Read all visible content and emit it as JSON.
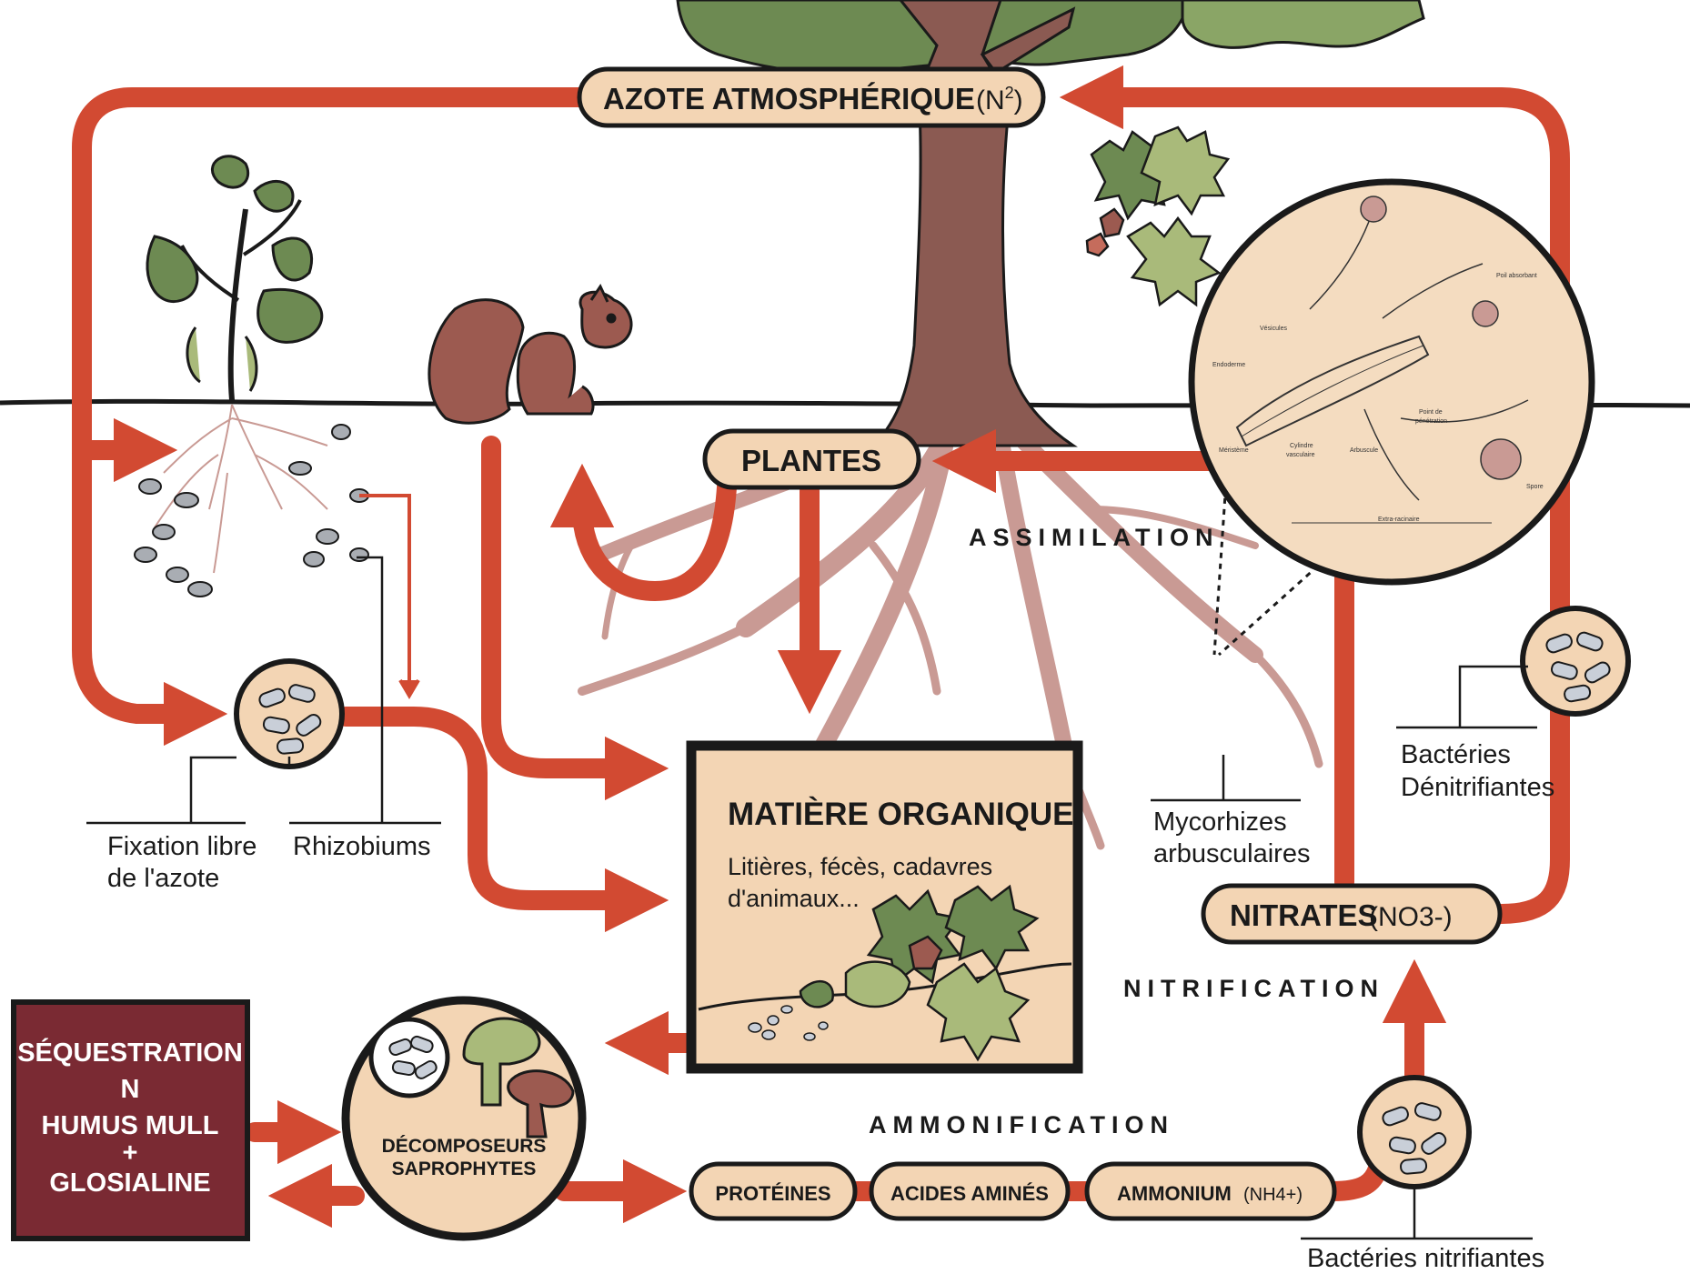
{
  "nodes": {
    "atmospheric_nitrogen": {
      "label": "AZOTE ATMOSPHÉRIQUE",
      "formula_prefix": "(N",
      "formula_sup": "2",
      "formula_suffix": ")"
    },
    "plants": {
      "label": "PLANTES"
    },
    "organic_matter": {
      "title": "MATIÈRE ORGANIQUE",
      "desc_line1": "Litières, fécès, cadavres",
      "desc_line2": "d'animaux..."
    },
    "nitrates": {
      "label": "NITRATES",
      "formula": "(NO3-)"
    },
    "proteins": {
      "label": "PROTÉINES"
    },
    "amino_acids": {
      "label": "ACIDES AMINÉS"
    },
    "ammonium": {
      "label": "AMMONIUM",
      "formula": "(NH4+)"
    },
    "sequestration": {
      "line1": "SÉQUESTRATION",
      "line2": "N",
      "line3": "HUMUS MULL",
      "line4": "+",
      "line5": "GLOSIALINE"
    },
    "decomposers": {
      "line1": "DÉCOMPOSEURS",
      "line2": "SAPROPHYTES"
    }
  },
  "processes": {
    "assimilation": "ASSIMILATION",
    "nitrification": "NITRIFICATION",
    "ammonification": "AMMONIFICATION"
  },
  "captions": {
    "free_fixation_1": "Fixation libre",
    "free_fixation_2": "de l'azote",
    "rhizobiums": "Rhizobiums",
    "mycorrhizae_1": "Mycorhizes",
    "mycorrhizae_2": "arbusculaires",
    "denitrifying_1": "Bactéries",
    "denitrifying_2": "Dénitrifiantes",
    "nitrifying": "Bactéries nitrifiantes"
  },
  "inset_labels": {
    "vesicule": "Vésicules",
    "endoderme": "Endoderme",
    "poil_absorbant": "Poil absorbant",
    "point_penetration_1": "Point de",
    "point_penetration_2": "pénétration",
    "meristeme": "Méristème",
    "cylindre_1": "Cylindre",
    "cylindre_2": "vasculaire",
    "arbuscule": "Arbuscule",
    "spore": "Spore",
    "extra_racinaire": "Extra-racinaire"
  },
  "colors": {
    "arrow": "#d24a32",
    "node_fill": "#f3d5b4",
    "node_stroke": "#1a1a1a",
    "sequestration_fill": "#7a2a33",
    "bacteria_fill": "#c9cfd8",
    "tree_trunk": "#8b5a52",
    "roots": "#c99a94",
    "leaf_green": "#6d8a52",
    "leaf_light": "#a9ba7a",
    "squirrel": "#9c5a50",
    "inset_fill": "#f4dcc0"
  }
}
